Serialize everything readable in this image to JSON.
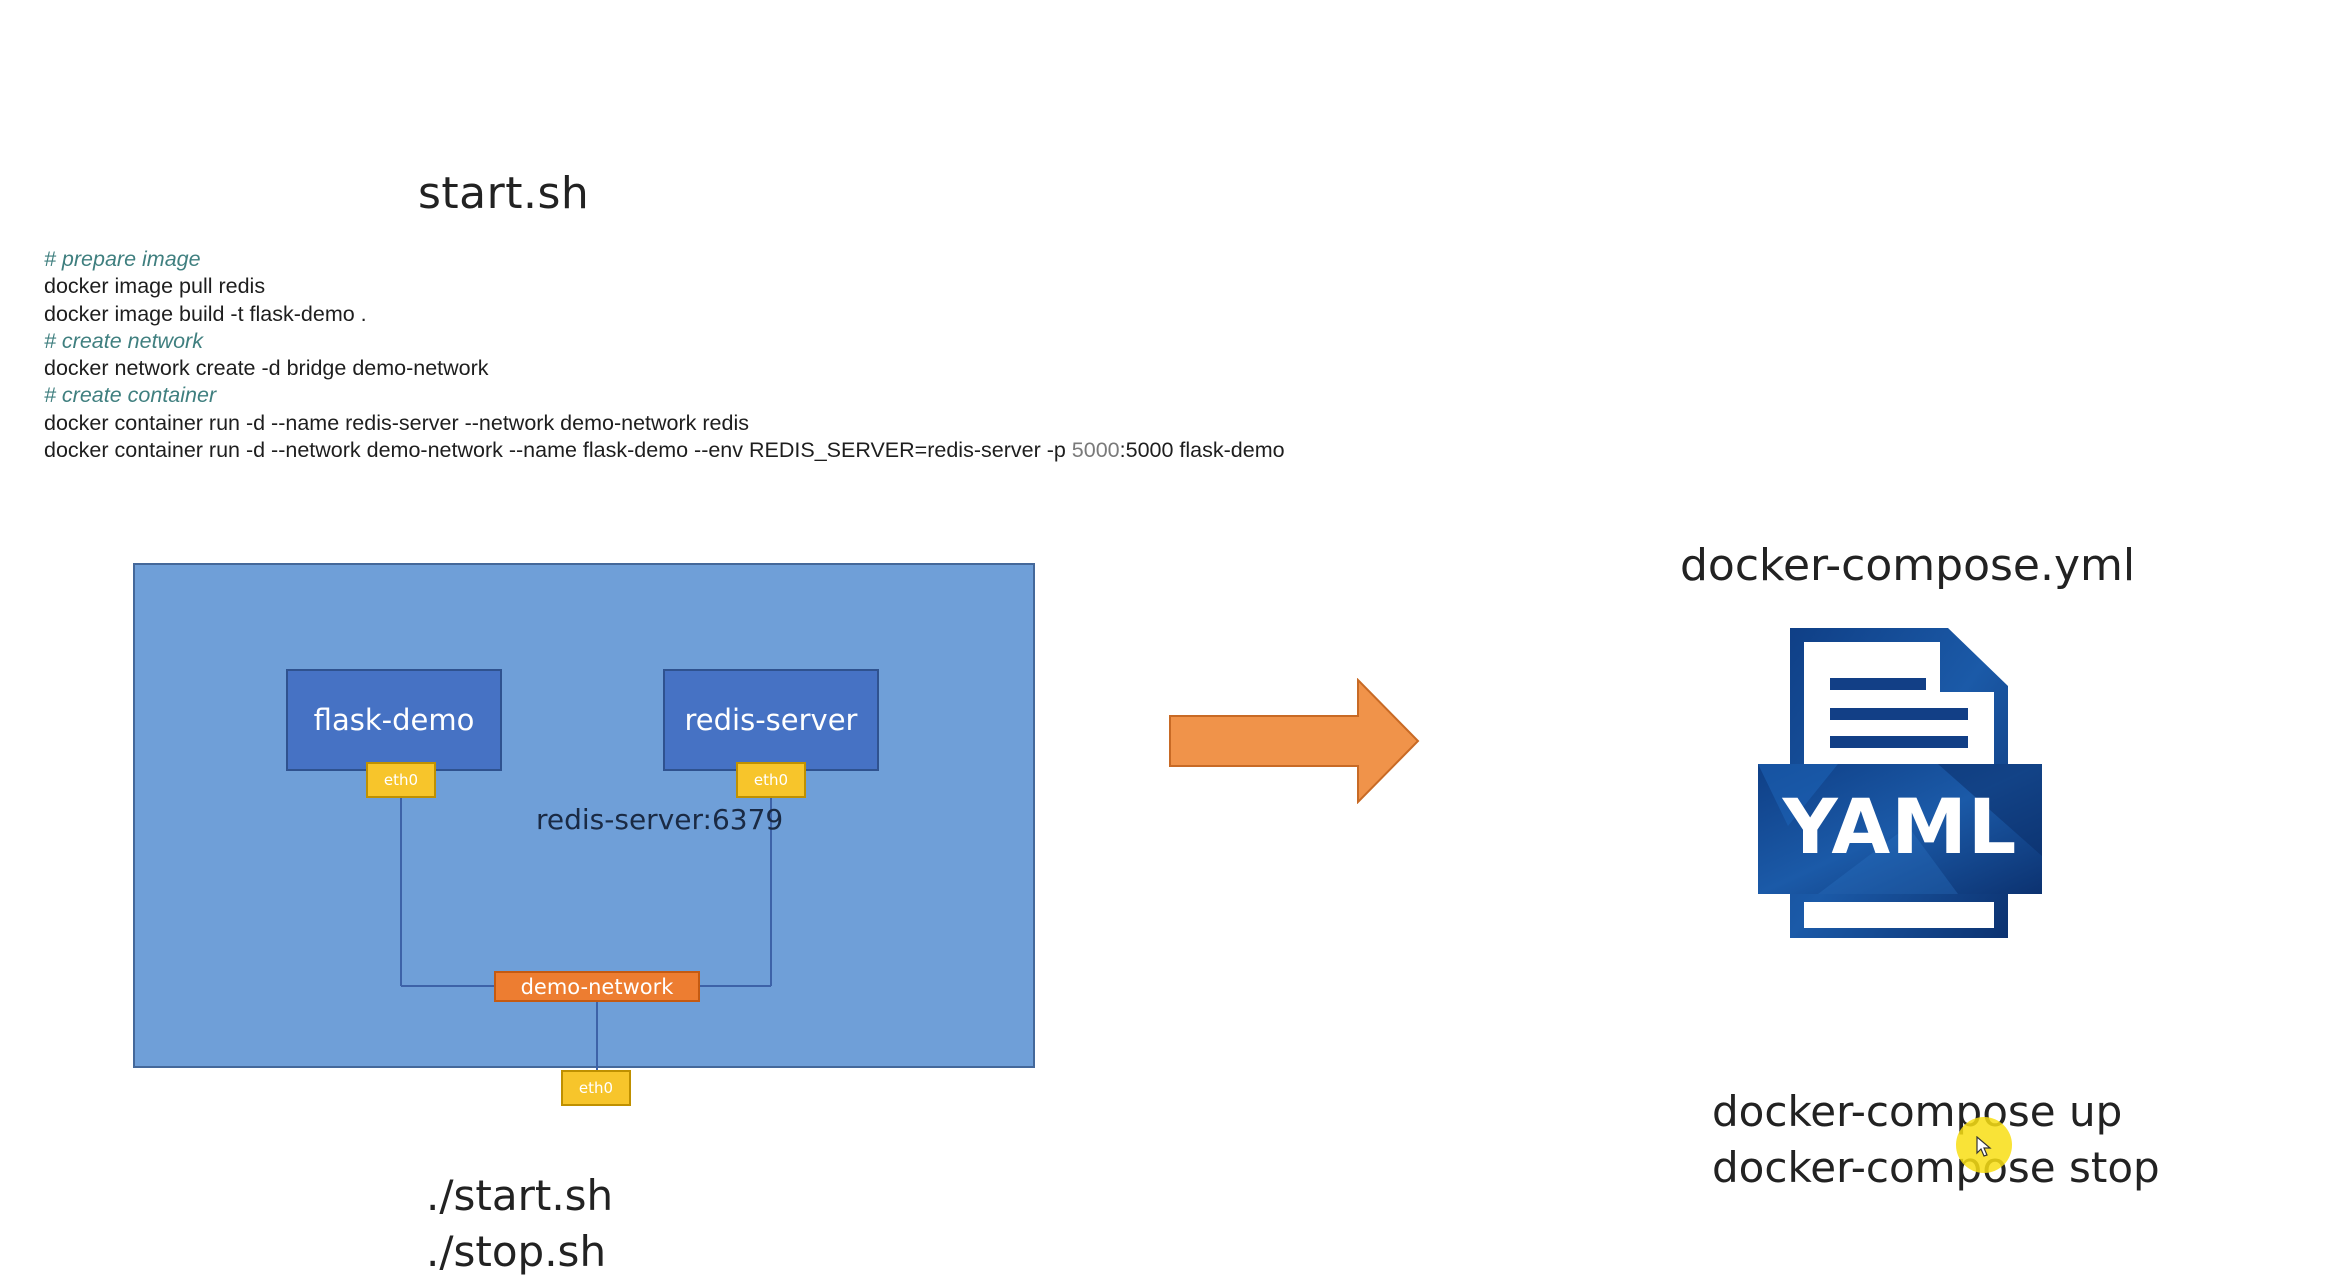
{
  "start_script": {
    "title": "start.sh",
    "lines": [
      {
        "type": "comment",
        "text": "# prepare image"
      },
      {
        "type": "code",
        "text": "docker image pull redis"
      },
      {
        "type": "code",
        "text": "docker image build -t flask-demo ."
      },
      {
        "type": "comment",
        "text": "# create network"
      },
      {
        "type": "code",
        "text": "docker network create -d bridge demo-network"
      },
      {
        "type": "comment",
        "text": "# create container"
      },
      {
        "type": "code",
        "text": "docker container run -d --name redis-server --network demo-network redis"
      },
      {
        "type": "code_port",
        "before": "docker container run -d --network demo-network --name flask-demo --env REDIS_SERVER=redis-server -p ",
        "port": "5000",
        "after": ":5000 flask-demo"
      }
    ]
  },
  "diagram": {
    "containers": {
      "flask": {
        "label": "flask-demo",
        "iface": "eth0"
      },
      "redis": {
        "label": "redis-server",
        "iface": "eth0"
      }
    },
    "redis_address": "redis-server:6379",
    "network_label": "demo-network",
    "host_iface": "eth0",
    "colors": {
      "host_fill": "#6f9fd8",
      "container_fill": "#4672c4",
      "iface_fill": "#f7c52b",
      "network_fill": "#ed7d31",
      "arrow_fill": "#f0934a"
    }
  },
  "shell_commands": [
    "./start.sh",
    "./stop.sh"
  ],
  "compose": {
    "title": "docker-compose.yml",
    "icon": "yaml-file-icon",
    "icon_text": "YAML",
    "commands": [
      "docker-compose up",
      "docker-compose stop"
    ]
  }
}
